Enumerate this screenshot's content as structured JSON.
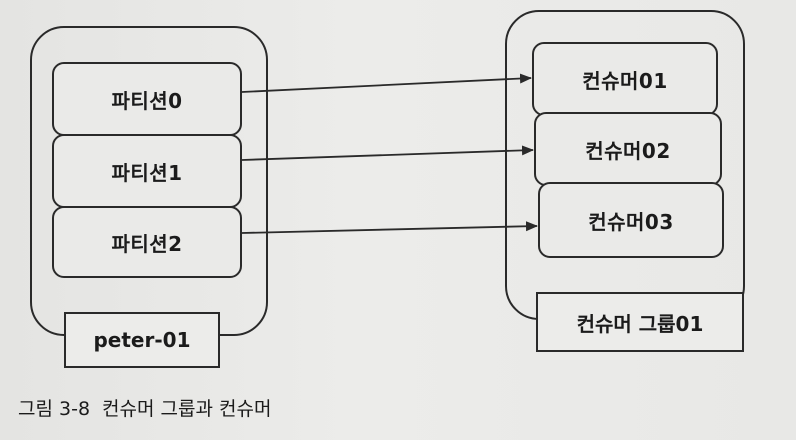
{
  "topic": {
    "name": "peter-01",
    "partitions": [
      "파티션0",
      "파티션1",
      "파티션2"
    ]
  },
  "consumer_group": {
    "name": "컨슈머 그룹01",
    "consumers": [
      "컨슈머01",
      "컨슈머02",
      "컨슈머03"
    ]
  },
  "caption": {
    "number": "그림 3-8",
    "text": "컨슈머 그룹과 컨슈머"
  }
}
